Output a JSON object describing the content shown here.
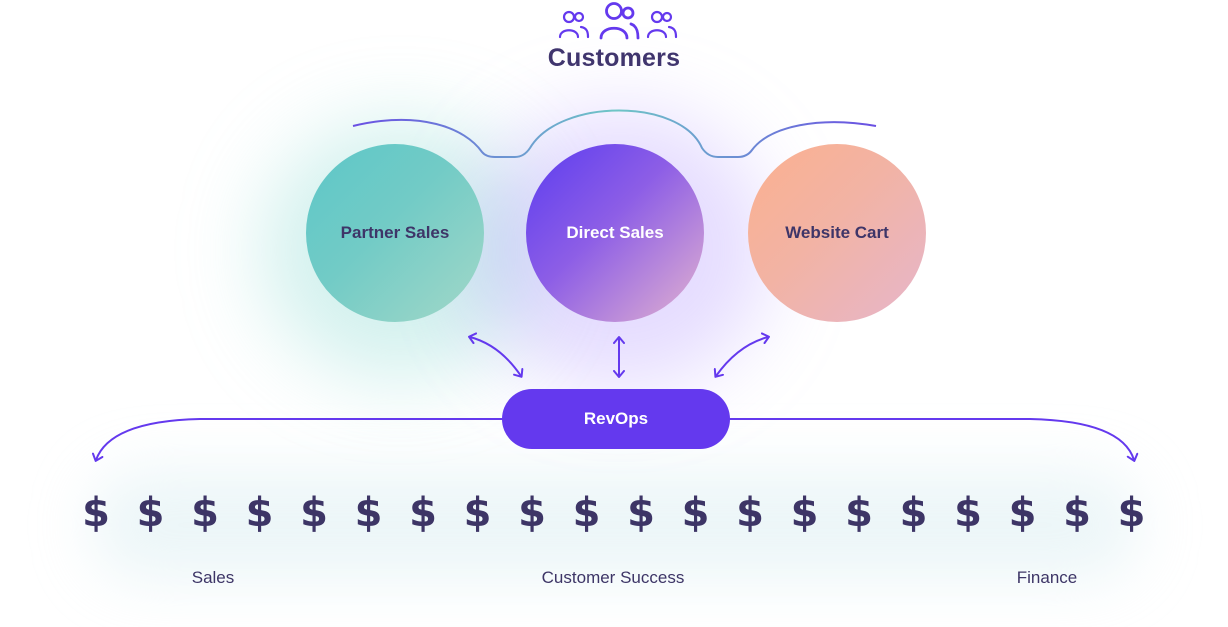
{
  "header": {
    "title": "Customers",
    "icon": "users-group-icon"
  },
  "channels": [
    {
      "label": "Partner Sales"
    },
    {
      "label": "Direct Sales"
    },
    {
      "label": "Website Cart"
    }
  ],
  "hub": {
    "label": "RevOps"
  },
  "revenue": {
    "symbol": "$",
    "count": 20
  },
  "departments": [
    {
      "label": "Sales"
    },
    {
      "label": "Customer Success"
    },
    {
      "label": "Finance"
    }
  ],
  "colors": {
    "primary": "#6439ee",
    "text": "#3d3566",
    "teal": "#5dc7c8",
    "peach": "#fbb08f"
  }
}
